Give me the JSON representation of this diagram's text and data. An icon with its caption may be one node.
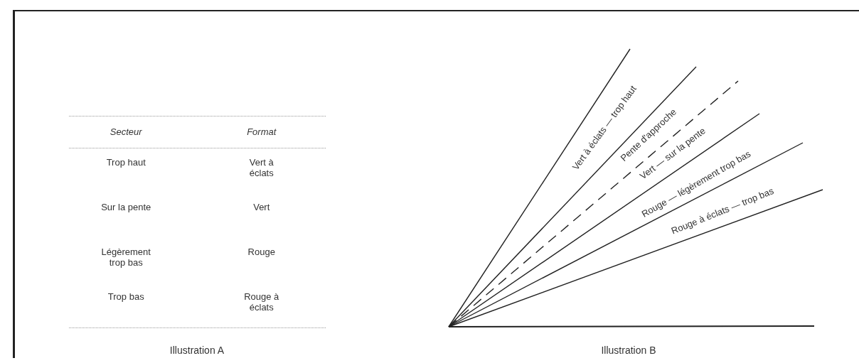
{
  "diagram": {
    "labels": [
      "Secteur",
      "Format",
      "Trop haut",
      "Vert à éclats",
      "Sur la pente",
      "Vert",
      "Légèrement trop bas",
      "Rouge",
      "Trop bas",
      "Rouge à éclats",
      "Illustration A",
      "Vert à éclats — trop haut",
      "Pente d'approche",
      "Vert — sur la pente",
      "Rouge — légèrement trop bas",
      "Rouge à éclats — trop bas",
      "Illustration B"
    ]
  }
}
